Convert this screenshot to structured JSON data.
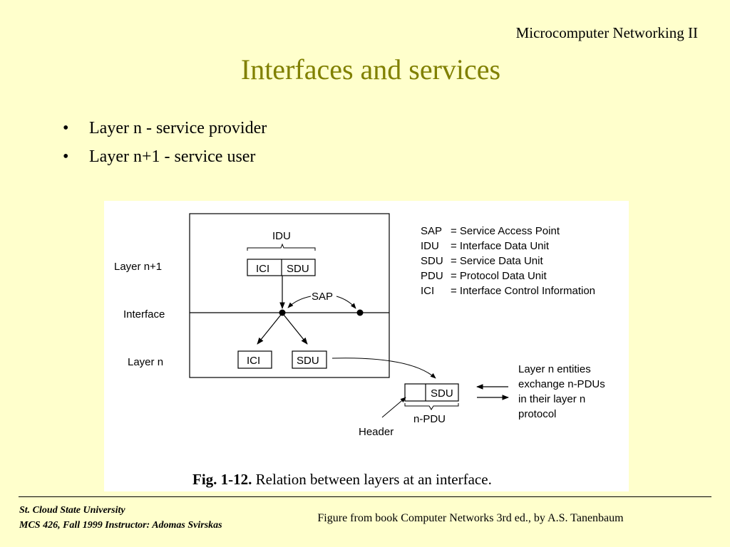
{
  "header": {
    "course_title": "Microcomputer Networking II",
    "slide_title": "Interfaces and services"
  },
  "bullets": [
    {
      "marker": "•",
      "text": "Layer n - service provider"
    },
    {
      "marker": "•",
      "text": "Layer n+1 - service user"
    }
  ],
  "figure": {
    "layer_labels": {
      "upper": "Layer n+1",
      "interface": "Interface",
      "lower": "Layer n"
    },
    "idu_label": "IDU",
    "idu_parts": {
      "ici": "ICI",
      "sdu": "SDU"
    },
    "sap_label": "SAP",
    "lower_boxes": {
      "ici": "ICI",
      "sdu": "SDU"
    },
    "npdu_box": {
      "sdu": "SDU"
    },
    "npdu_label": "n-PDU",
    "header_label": "Header",
    "legend": [
      {
        "abbr": "SAP",
        "def": "= Service Access Point"
      },
      {
        "abbr": "IDU",
        "def": "= Interface Data Unit"
      },
      {
        "abbr": "SDU",
        "def": "= Service Data Unit"
      },
      {
        "abbr": "PDU",
        "def": "= Protocol Data Unit"
      },
      {
        "abbr": "ICI",
        "def": "= Interface Control Information"
      }
    ],
    "exchange_note": [
      "Layer n entities",
      "exchange n-PDUs",
      "in their layer n",
      "protocol"
    ],
    "caption_bold": "Fig.  1-12.",
    "caption_text": " Relation between layers at an interface."
  },
  "footer": {
    "institution": "St. Cloud State University",
    "course_line": "MCS 426, Fall 1999  Instructor: Adomas Svirskas",
    "credit": "Figure from book Computer Networks 3rd ed., by A.S. Tanenbaum"
  }
}
